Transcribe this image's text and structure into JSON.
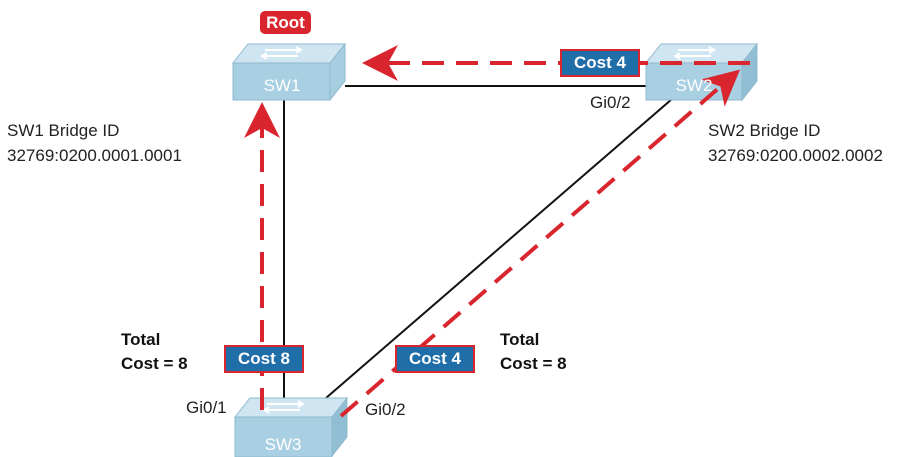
{
  "root_label": "Root",
  "switches": {
    "sw1": "SW1",
    "sw2": "SW2",
    "sw3": "SW3"
  },
  "bridge_ids": {
    "sw1": {
      "title": "SW1 Bridge ID",
      "value": "32769:0200.0001.0001"
    },
    "sw2": {
      "title": "SW2 Bridge ID",
      "value": "32769:0200.0002.0002"
    }
  },
  "ports": {
    "sw2_gi02": "Gi0/2",
    "sw3_gi01": "Gi0/1",
    "sw3_gi02": "Gi0/2"
  },
  "costs": {
    "sw2_to_sw1": "Cost 4",
    "sw3_to_sw1": "Cost 8",
    "sw3_to_sw2": "Cost 4"
  },
  "totals": {
    "left": {
      "line1": "Total",
      "line2": "Cost = 8"
    },
    "right": {
      "line1": "Total",
      "line2": "Cost = 8"
    }
  },
  "colors": {
    "switch_top": "#c9e1ee",
    "switch_front": "#a6cde0",
    "path": "#d9262e",
    "cost_box": "#1f6ea8",
    "link": "#111111"
  }
}
